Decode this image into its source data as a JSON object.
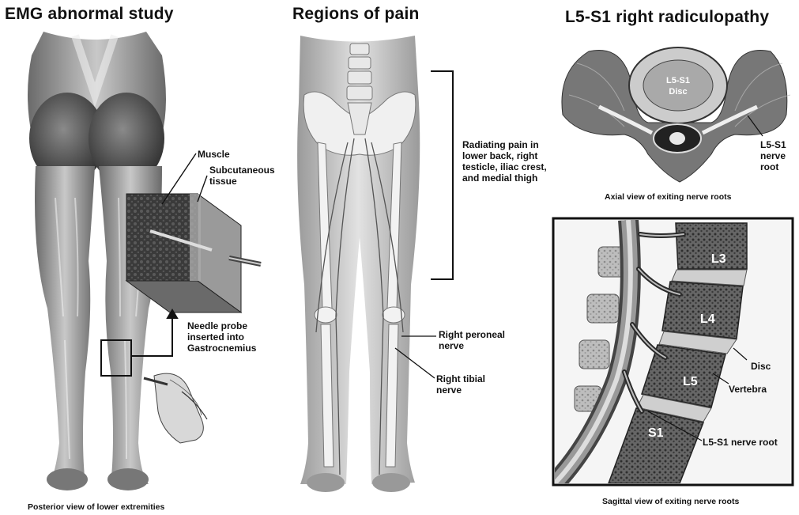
{
  "panels": {
    "emg": {
      "title": "EMG abnormal study",
      "labels": {
        "muscle": "Muscle",
        "subcutaneous": "Subcutaneous\ntissue",
        "needle": "Needle probe\ninserted into\nGastrocnemius"
      },
      "caption": "Posterior view of lower extremities"
    },
    "pain": {
      "title": "Regions of pain",
      "labels": {
        "radiating": "Radiating pain in\nlower back, right\ntesticle, iliac crest,\nand medial thigh",
        "peroneal": "Right peroneal\nnerve",
        "tibial": "Right tibial\nnerve"
      }
    },
    "radiculopathy": {
      "title": "L5-S1 right radiculopathy",
      "axial": {
        "disc_label": "L5-S1\nDisc",
        "root_label": "L5-S1\nnerve\nroot",
        "caption": "Axial view of exiting nerve roots"
      },
      "sagittal": {
        "l3": "L3",
        "l4": "L4",
        "l5": "L5",
        "s1": "S1",
        "disc": "Disc",
        "vertebra": "Vertebra",
        "root": "L5-S1 nerve root",
        "caption": "Sagittal view of exiting nerve roots"
      }
    }
  }
}
